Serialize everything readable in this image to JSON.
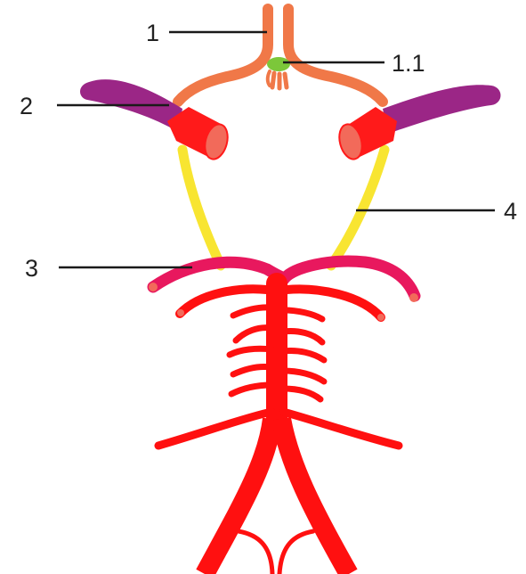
{
  "labels": {
    "l1": "1",
    "l1_1": "1.1",
    "l2": "2",
    "l3": "3",
    "l4": "4"
  },
  "colors": {
    "anterior_cerebral": "#F07848",
    "anterior_communicating": "#7CC73A",
    "middle_cerebral": "#9B2686",
    "internal_carotid": "#FF1A1A",
    "carotid_lumen": "#F26A5A",
    "posterior_communicating": "#F8E531",
    "posterior_communicating_edge": "#E8C81C",
    "posterior_cerebral": "#E8185E",
    "basilar_vertebral": "#FF1010"
  }
}
